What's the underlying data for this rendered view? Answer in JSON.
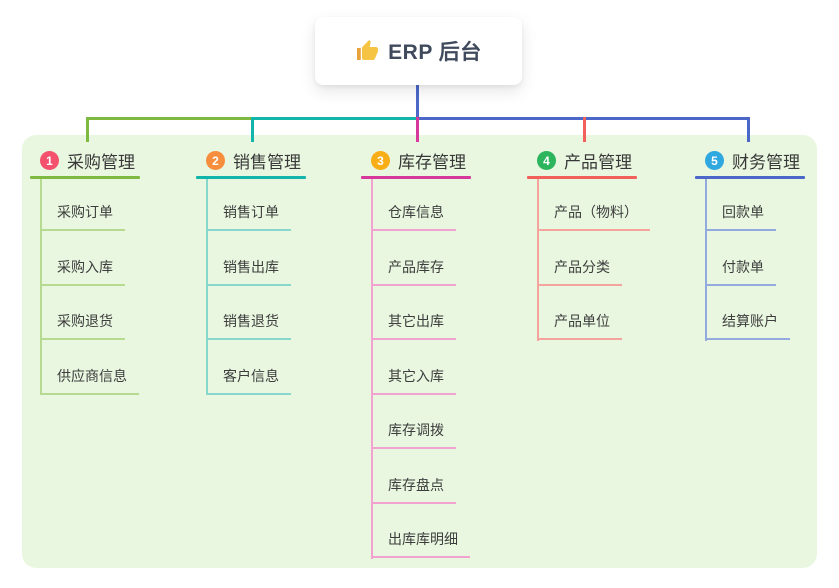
{
  "root": {
    "title": "ERP 后台",
    "icon": "thumbs-up-icon"
  },
  "panel": {
    "background": "#e9f7e0"
  },
  "connector": {
    "trunk_color": "#4b68c9"
  },
  "branches": [
    {
      "index": "1",
      "label": "采购管理",
      "badge_color": "#f4516c",
      "line_color": "#7fba40",
      "light_color": "#b6da90",
      "children": [
        "采购订单",
        "采购入库",
        "采购退货",
        "供应商信息"
      ]
    },
    {
      "index": "2",
      "label": "销售管理",
      "badge_color": "#f78e3d",
      "line_color": "#13b5ab",
      "light_color": "#87d7cd",
      "children": [
        "销售订单",
        "销售出库",
        "销售退货",
        "客户信息"
      ]
    },
    {
      "index": "3",
      "label": "库存管理",
      "badge_color": "#f9ae17",
      "line_color": "#d6399b",
      "light_color": "#f2a3d0",
      "children": [
        "仓库信息",
        "产品库存",
        "其它出库",
        "其它入库",
        "库存调拨",
        "库存盘点",
        "出库库明细"
      ]
    },
    {
      "index": "4",
      "label": "产品管理",
      "badge_color": "#2db55d",
      "line_color": "#f2605b",
      "light_color": "#f5a39d",
      "children": [
        "产品（物料）",
        "产品分类",
        "产品单位"
      ]
    },
    {
      "index": "5",
      "label": "财务管理",
      "badge_color": "#2fa8e0",
      "line_color": "#4b68c9",
      "light_color": "#92aadd",
      "children": [
        "回款单",
        "付款单",
        "结算账户"
      ]
    }
  ]
}
